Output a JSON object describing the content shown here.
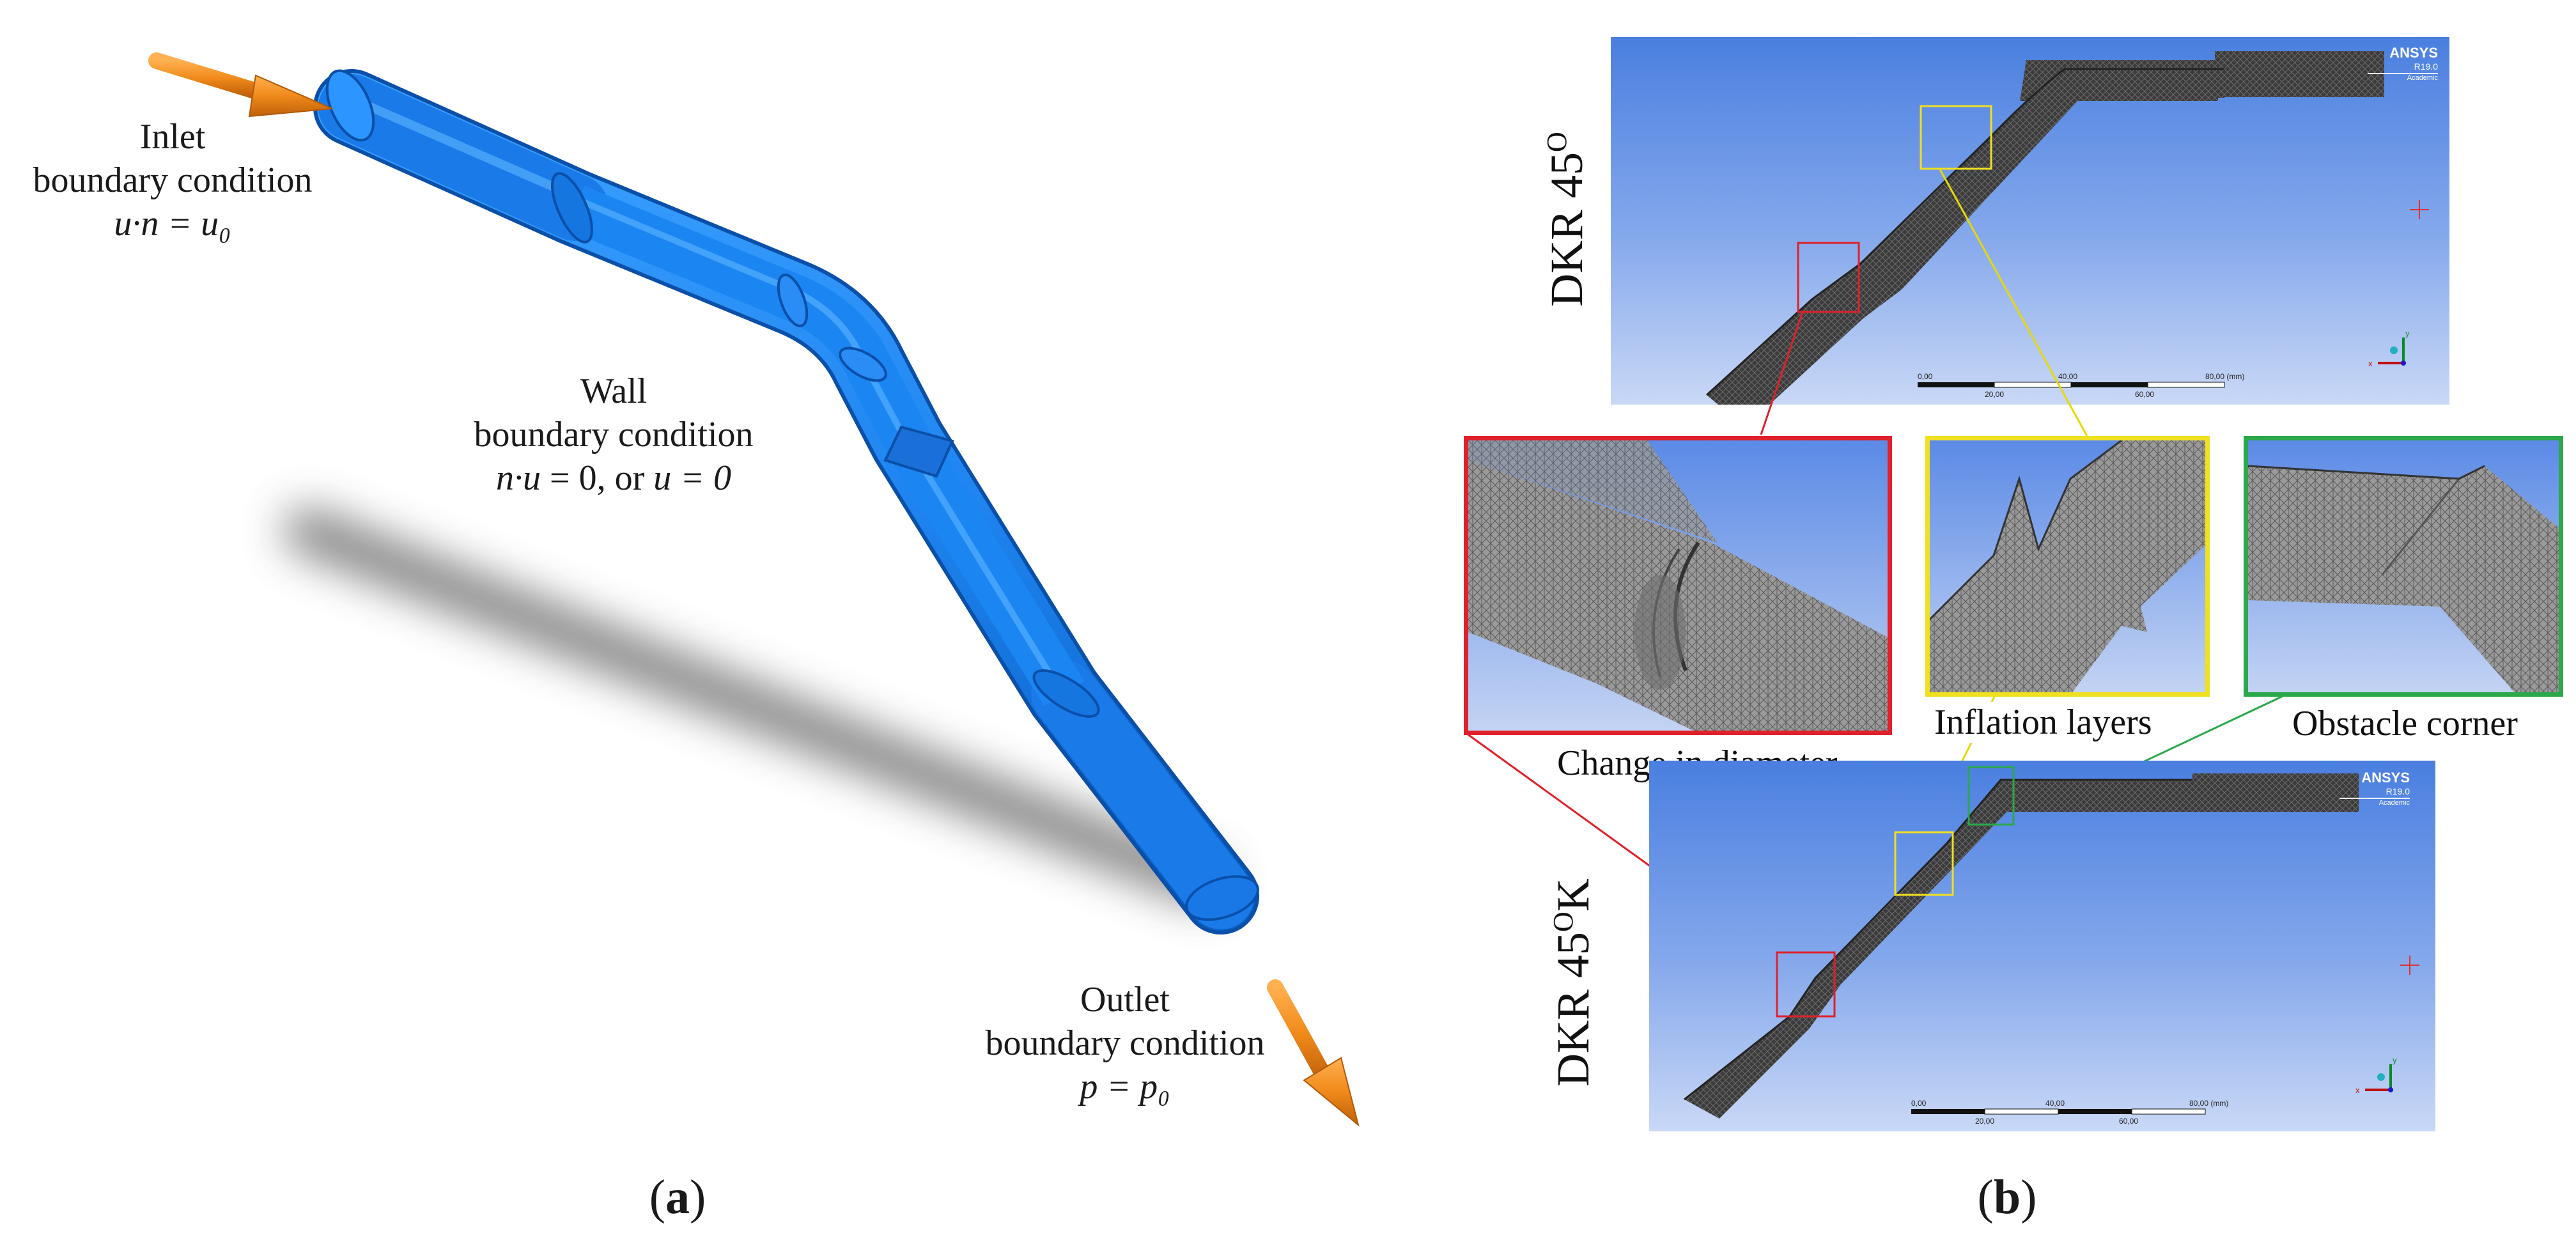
{
  "panel_a": {
    "inlet": {
      "title": "Inlet",
      "line2": "boundary condition",
      "equation": "u·n = u₀"
    },
    "wall": {
      "title": "Wall",
      "line2": "boundary condition",
      "equation_lhs": "n·u",
      "equation_mid": " = 0, or ",
      "equation_rhs": "u = 0"
    },
    "outlet": {
      "title": "Outlet",
      "line2": "boundary condition",
      "equation": "p = p₀"
    },
    "caption_open": "(",
    "caption_letter": "a",
    "caption_close": ")"
  },
  "panel_b": {
    "top_label_prefix": "DKR 45",
    "top_label_sup": "O",
    "bottom_label_prefix": "DKR 45",
    "bottom_label_sup": "O",
    "bottom_label_suffix": "K",
    "ansys_logo": {
      "name": "ANSYS",
      "version": "R19.0",
      "edition": "Academic"
    },
    "scale_top": {
      "ticks_upper": [
        "0,00",
        "40,00",
        "80,00 (mm)"
      ],
      "ticks_lower": [
        "20,00",
        "60,00"
      ]
    },
    "scale_bottom": {
      "ticks_upper": [
        "0,00",
        "40,00",
        "80,00 (mm)"
      ],
      "ticks_lower": [
        "20,00",
        "60,00"
      ]
    },
    "axis_labels": {
      "x": "x",
      "y": "y"
    },
    "insets": [
      {
        "label": "Change in diameter",
        "color": "#e0202a"
      },
      {
        "label": "Inflation layers",
        "color": "#f0e020"
      },
      {
        "label": "Obstacle corner",
        "color": "#2aa84a"
      }
    ],
    "caption_open": "(",
    "caption_letter": "b",
    "caption_close": ")"
  }
}
